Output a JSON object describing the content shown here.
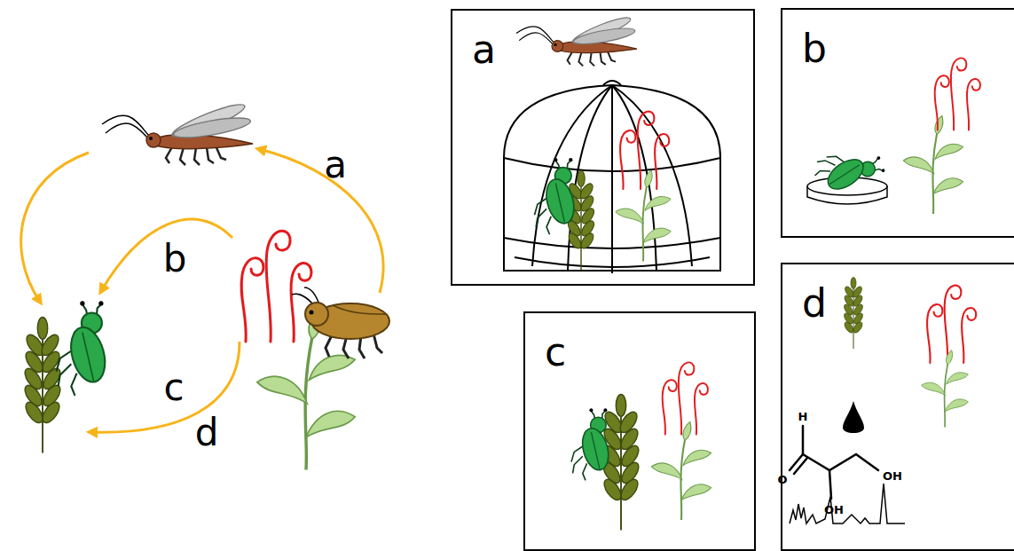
{
  "diagram": {
    "nodes": [
      {
        "text": [
          "a"
        ]
      },
      {
        "text": [
          "b"
        ]
      },
      {
        "text": [
          "c"
        ]
      },
      {
        "text": [
          "d"
        ]
      }
    ],
    "labels": [
      "a",
      "b",
      "c",
      "d",
      "H",
      "O",
      "OH",
      "OH"
    ]
  }
}
